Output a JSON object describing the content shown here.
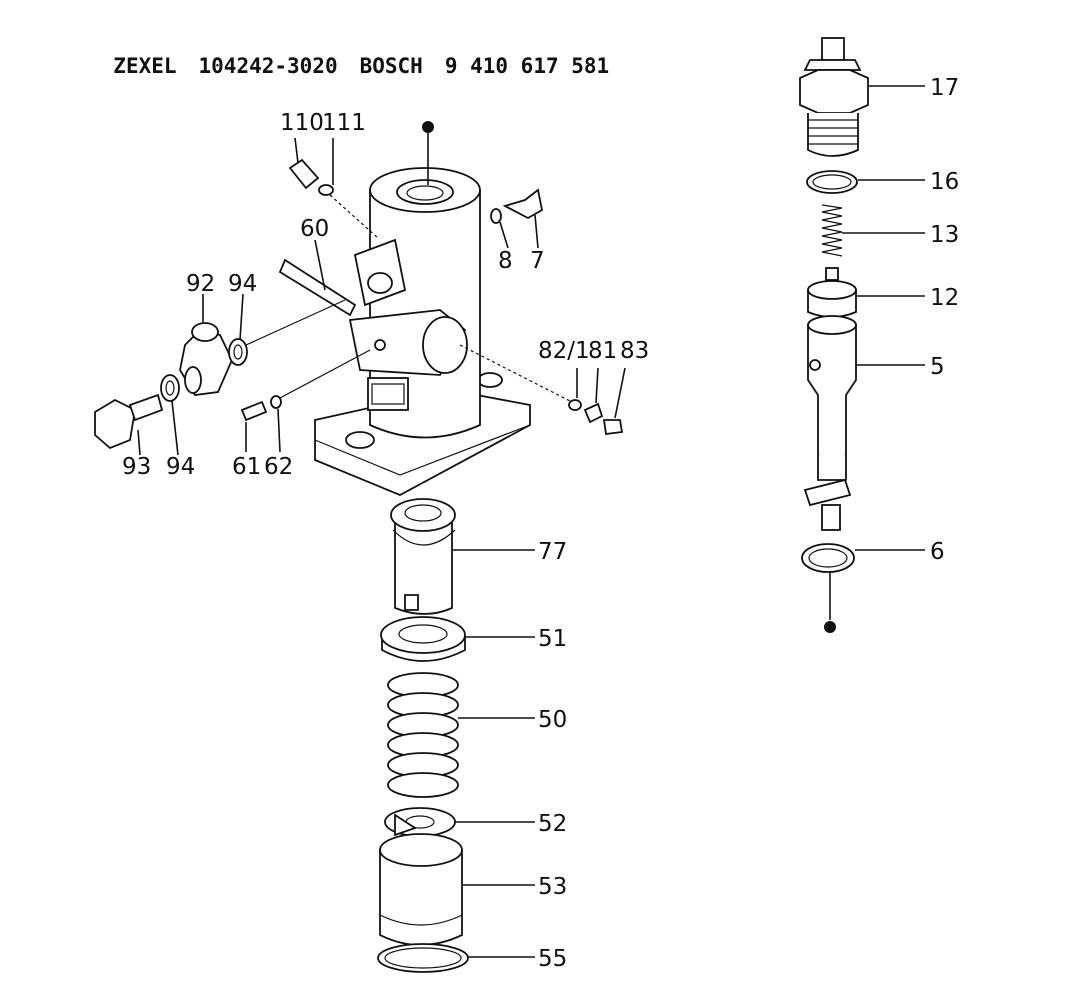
{
  "header": {
    "brand1": "ZEXEL",
    "part_no1": "104242-3020",
    "brand2": "BOSCH",
    "part_no2": "9 410 617 581"
  },
  "labels": {
    "p17": "17",
    "p16": "16",
    "p13": "13",
    "p12": "12",
    "p5": "5",
    "p6": "6",
    "p110": "110",
    "p111": "111",
    "p60": "60",
    "p8": "8",
    "p7": "7",
    "p92": "92",
    "p94a": "94",
    "p93": "93",
    "p94b": "94",
    "p61": "61",
    "p62": "62",
    "p82": "82/1",
    "p81": "81",
    "p83": "83",
    "p77": "77",
    "p51": "51",
    "p50": "50",
    "p52": "52",
    "p53": "53",
    "p55": "55"
  }
}
